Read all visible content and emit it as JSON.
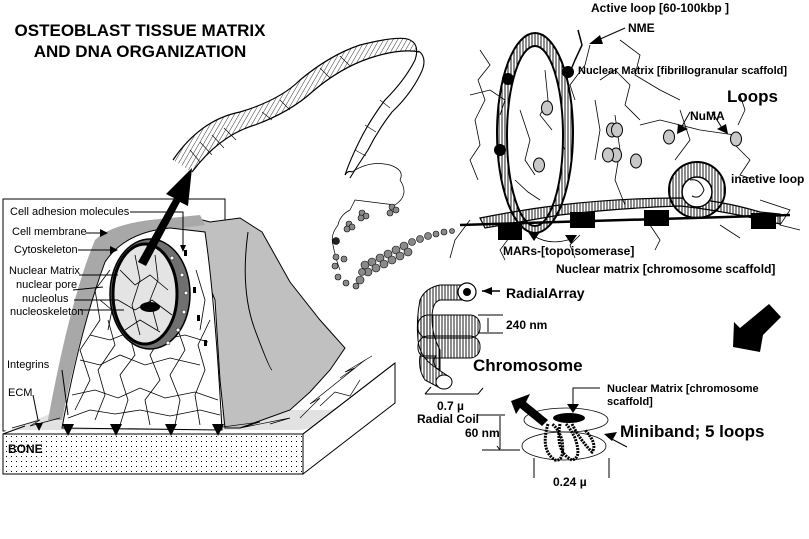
{
  "title": {
    "line1": "OSTEOBLAST TISSUE MATRIX",
    "line2": "AND DNA ORGANIZATION"
  },
  "colors": {
    "ink": "#000000",
    "cell_gray": "#c0c0c0",
    "membrane_gray": "#a8a8a8",
    "nucleus_fill": "#e4e4e4",
    "nuclear_envelope": "#707070",
    "nucleosome_gray": "#8a8a8a",
    "numa_gray": "#c8c8c8",
    "bone_dots": "#000000",
    "background": "#ffffff"
  },
  "cell_panel": {
    "labels": {
      "cell_adhesion_molecules": "Cell adhesion molecules",
      "cell_membrane": "Cell membrane",
      "cytoskeleton": "Cytoskeleton",
      "nuclear_matrix": "Nuclear Matrix",
      "nuclear_pore": "nuclear pore",
      "nucleolus": "nucleolus",
      "nucleoskeleton": "nucleoskeleton",
      "integrins": "Integrins",
      "ecm": "ECM",
      "bone": "BONE"
    }
  },
  "loops_panel": {
    "labels": {
      "active_loop": "Active loop [60-100kbp ]",
      "nme": "NME",
      "nuclear_matrix_fibrillogranular": "Nuclear Matrix [fibrillogranular  scaffold]",
      "loops": "Loops",
      "numa": "NuMA",
      "inactive_loop": "inactive loop",
      "mars_topoisomerase": "MARs-[topoisomerase]",
      "nuclear_matrix_chromosome": "Nuclear matrix  [chromosome scaffold]"
    }
  },
  "chromosome_panel": {
    "labels": {
      "radial_array": "RadialArray",
      "nm_240": "240 nm",
      "chromosome": "Chromosome",
      "width_07": "0.7 µ",
      "radial_coil": "Radial Coil",
      "nm_60": "60 nm",
      "nuclear_matrix_chromosome_line1": "Nuclear Matrix [chromosome",
      "nuclear_matrix_chromosome_line2": "scaffold]",
      "miniband": "Miniband; 5 loops",
      "width_024": "0.24 µ"
    }
  }
}
